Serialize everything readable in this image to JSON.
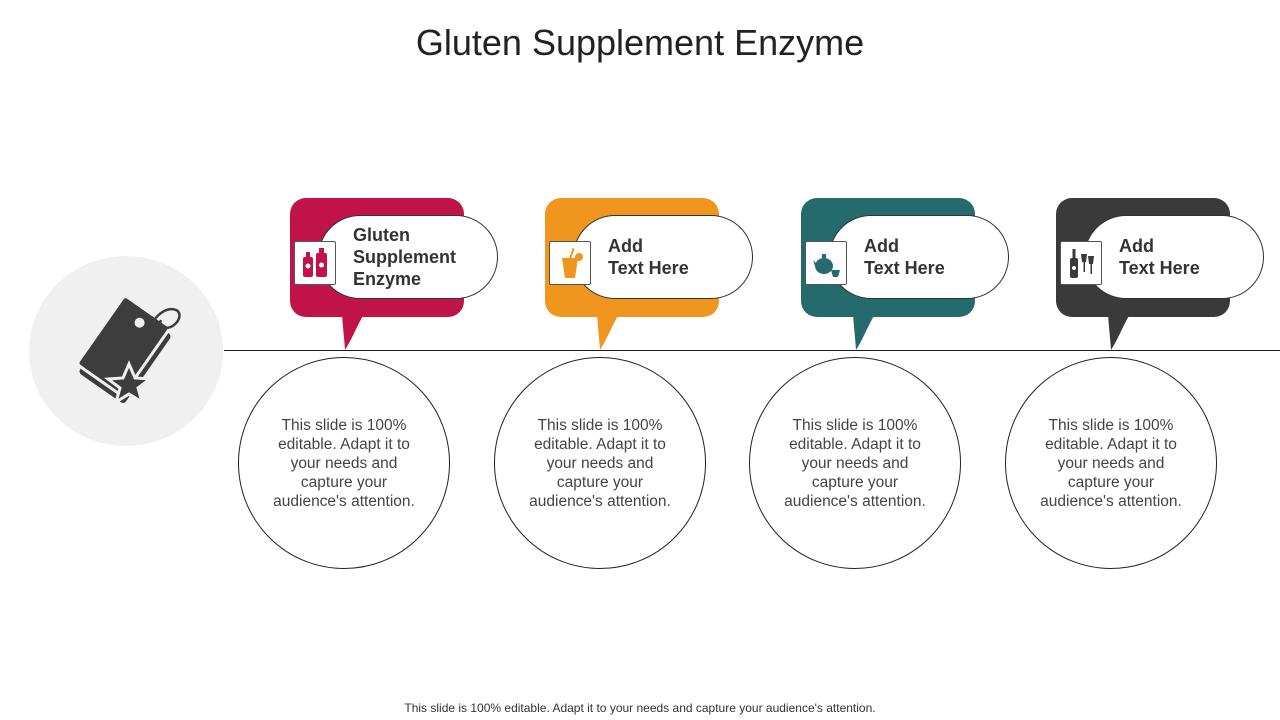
{
  "title": "Gluten Supplement Enzyme",
  "hero_icon": "price-tag-star-icon",
  "cards": [
    {
      "label": "Gluten\nSupplement\nEnzyme",
      "color": "#c0134a",
      "icon": "bottles-icon",
      "text": "This slide is 100% editable. Adapt it to your needs and capture your audience's attention."
    },
    {
      "label": "Add\nText Here",
      "color": "#f0961e",
      "icon": "juice-glass-icon",
      "text": "This slide is 100% editable. Adapt it to your needs and capture your audience's attention."
    },
    {
      "label": "Add\nText Here",
      "color": "#256b6d",
      "icon": "teapot-cup-icon",
      "text": "This slide is 100% editable. Adapt it to your needs and capture your audience's attention."
    },
    {
      "label": "Add\nText Here",
      "color": "#3a3a3a",
      "icon": "wine-glasses-icon",
      "text": "This slide is 100% editable. Adapt it to your needs and capture your audience's attention."
    }
  ],
  "footer": "This slide is 100% editable. Adapt it to your needs and capture your audience's attention."
}
